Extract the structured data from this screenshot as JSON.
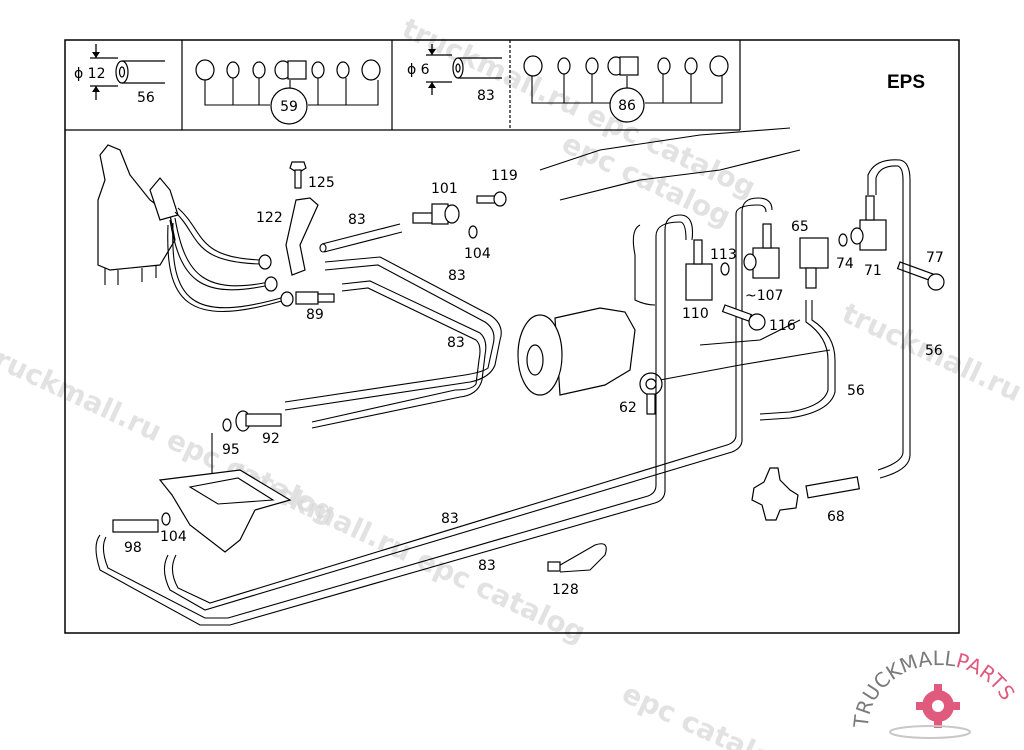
{
  "diagram": {
    "title_code": "EPS",
    "header_boxes": [
      {
        "diameter_label": "ϕ 12",
        "part": "56"
      },
      {
        "kit_part": "59"
      },
      {
        "diameter_label": "ϕ 6",
        "part": "83"
      },
      {
        "kit_part": "86"
      }
    ],
    "callouts": {
      "p125": "125",
      "p122": "122",
      "p83_a": "83",
      "p101": "101",
      "p119": "119",
      "p104_a": "104",
      "p83_b": "83",
      "p89": "89",
      "p83_c": "83",
      "p95": "95",
      "p92": "92",
      "p98": "98",
      "p104_b": "104",
      "p83_d": "83",
      "p83_e": "83",
      "p128": "128",
      "p62": "62",
      "p110": "110",
      "p113": "113",
      "p107": "~107",
      "p116": "116",
      "p65": "65",
      "p74": "74",
      "p71": "71",
      "p77": "77",
      "p56_a": "56",
      "p56_b": "56",
      "p68": "68"
    },
    "watermarks": [
      "truckmall.ru epc catalog",
      "truckmall.ru epc catalog",
      "epc catalog",
      "truckmall.ru e",
      "truckmall.ru epc catalog"
    ]
  },
  "logo": {
    "text_main": "TRUCKMALL",
    "text_accent": "PARTS",
    "accent_color": "#e05a7e",
    "gray_color": "#7a7a7a"
  }
}
